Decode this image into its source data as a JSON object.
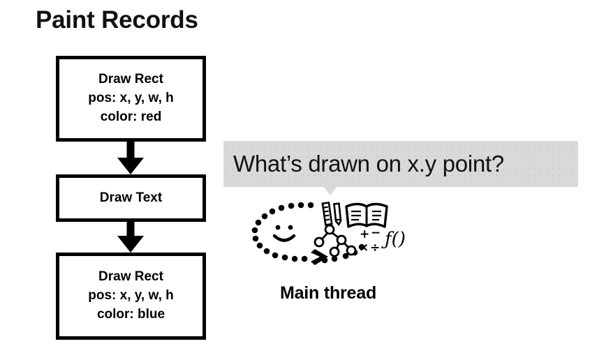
{
  "slide": {
    "title": "Paint Records",
    "background_color": "#ffffff"
  },
  "flow": {
    "boxes": [
      {
        "id": "draw-rect-red",
        "lines": [
          "Draw Rect",
          "pos: x, y, w, h",
          "color: red"
        ]
      },
      {
        "id": "draw-text",
        "lines": [
          "Draw Text"
        ]
      },
      {
        "id": "draw-rect-blue",
        "lines": [
          "Draw Rect",
          "pos: x, y, w, h",
          "color: blue"
        ]
      }
    ],
    "arrow_icon": "down-arrow-icon",
    "border_color": "#000000"
  },
  "bubble": {
    "question": "What’s drawn on x.y point?",
    "fill_color": "#d9d9d9",
    "text_color": "#111111"
  },
  "illustration": {
    "label": "Main thread",
    "icons": [
      "dotted-oval-icon",
      "smiley-face-icon",
      "chevron-right-icon",
      "ruler-icon",
      "pencil-icon",
      "open-book-icon",
      "node-tree-icon",
      "math-symbols-icon",
      "function-notation-icon"
    ],
    "math_symbols": "+ − × ÷",
    "function_notation": "ƒ()",
    "stroke_color": "#000000"
  }
}
